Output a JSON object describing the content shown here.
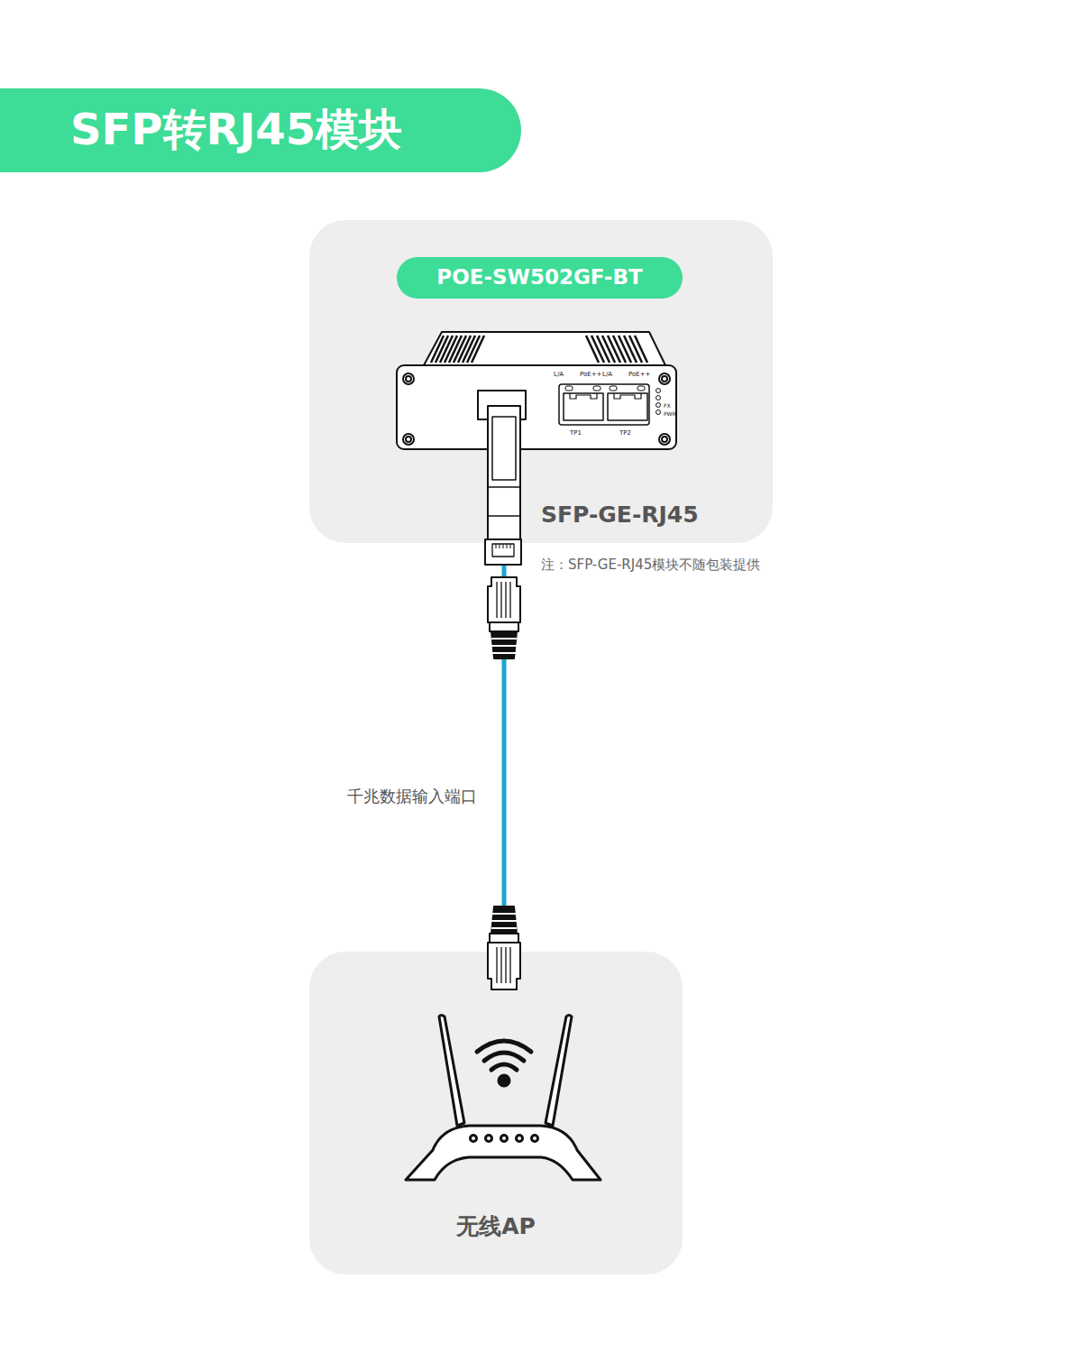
{
  "diagram": {
    "title": "SFP转RJ45模块",
    "nodes": [
      {
        "text": [
          "SFP-GE-RJ45"
        ]
      },
      {
        "text": [
          "POE-SW502GF-BT"
        ],
        "in": 0
      },
      {
        "text": [
          "无线AP"
        ]
      }
    ],
    "edges": [
      {
        "from": 0,
        "to": 2,
        "arrow": "none",
        "label": "千兆数据输入端口"
      }
    ],
    "labels": [
      "L/A",
      "PoE++",
      "L/A",
      "PoE++",
      "TP1",
      "TP2",
      "FX",
      "PWR",
      "注：SFP-GE-RJ45模块不随包装提供"
    ]
  }
}
